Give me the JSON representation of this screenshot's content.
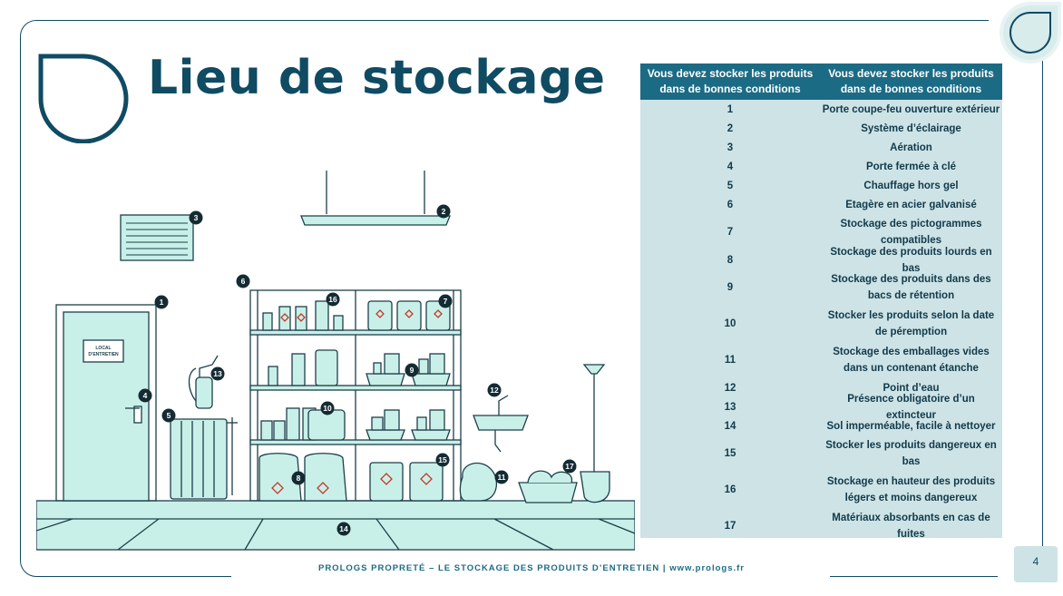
{
  "title": "Lieu de stockage",
  "table": {
    "headers": [
      "Vous devez stocker les produits dans de bonnes conditions",
      "Vous devez stocker les produits dans de bonnes conditions"
    ],
    "rows": [
      {
        "num": "1",
        "text": "Porte coupe-feu ouverture extérieur"
      },
      {
        "num": "2",
        "text": "Système d’éclairage"
      },
      {
        "num": "3",
        "text": "Aération"
      },
      {
        "num": "4",
        "text": "Porte fermée à clé"
      },
      {
        "num": "5",
        "text": "Chauffage hors gel"
      },
      {
        "num": "6",
        "text": "Etagère en acier galvanisé"
      },
      {
        "num": "7",
        "text": "Stockage des pictogrammes compatibles"
      },
      {
        "num": "8",
        "text": "Stockage des produits lourds en bas"
      },
      {
        "num": "9",
        "text": "Stockage des produits dans des bacs de rétention"
      },
      {
        "num": "10",
        "text": "Stocker les produits selon la date de péremption"
      },
      {
        "num": "11",
        "text": "Stockage des emballages vides dans un contenant étanche"
      },
      {
        "num": "12",
        "text": "Point d’eau"
      },
      {
        "num": "13",
        "text": "Présence obligatoire d’un extincteur"
      },
      {
        "num": "14",
        "text": "Sol imperméable, facile à nettoyer"
      },
      {
        "num": "15",
        "text": "Stocker les produits dangereux en bas"
      },
      {
        "num": "16",
        "text": "Stockage en hauteur des produits légers et moins dangereux"
      },
      {
        "num": "17",
        "text": "Matériaux absorbants en cas de fuites"
      }
    ]
  },
  "illustration": {
    "door_sign": [
      "LOCAL",
      "D’ENTRETIEN"
    ],
    "markers": [
      "1",
      "2",
      "3",
      "4",
      "5",
      "6",
      "7",
      "8",
      "9",
      "10",
      "11",
      "12",
      "13",
      "14",
      "15",
      "16",
      "17"
    ]
  },
  "footer": "PROLOGS PROPRETÉ – LE STOCKAGE DES PRODUITS D’ENTRETIEN | www.prologs.fr",
  "page_number": "4",
  "colors": {
    "navy": "#0f4b63",
    "teal_header": "#1c6b85",
    "table_bg": "#cde3e6",
    "mint": "#c9f0e8"
  },
  "icons": [
    "drop-icon",
    "corner-drop-icon",
    "page-badge-icon"
  ]
}
